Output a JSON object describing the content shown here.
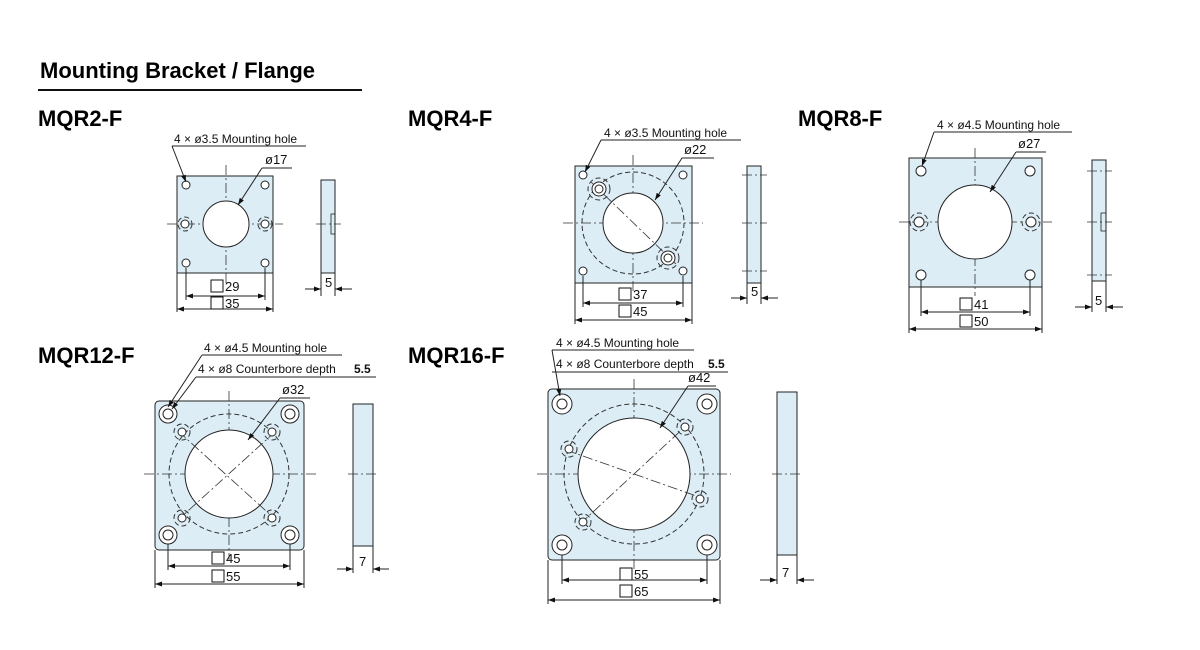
{
  "section_title": "Mounting Bracket / Flange",
  "models": {
    "mqr2": {
      "name": "MQR2-F",
      "hole_note": "4 × ø3.5 Mounting hole",
      "bore": "ø17",
      "dim_inner": "29",
      "dim_outer": "35",
      "thickness": "5"
    },
    "mqr4": {
      "name": "MQR4-F",
      "hole_note": "4 × ø3.5 Mounting hole",
      "bore": "ø22",
      "dim_inner": "37",
      "dim_outer": "45",
      "thickness": "5"
    },
    "mqr8": {
      "name": "MQR8-F",
      "hole_note": "4 × ø4.5 Mounting hole",
      "bore": "ø27",
      "dim_inner": "41",
      "dim_outer": "50",
      "thickness": "5"
    },
    "mqr12": {
      "name": "MQR12-F",
      "hole_note": "4 × ø4.5 Mounting hole",
      "counterbore_note": "4 × ø8 Counterbore depth",
      "counterbore_depth": "5.5",
      "bore": "ø32",
      "dim_inner": "45",
      "dim_outer": "55",
      "thickness": "7"
    },
    "mqr16": {
      "name": "MQR16-F",
      "hole_note": "4 × ø4.5 Mounting hole",
      "counterbore_note": "4 × ø8 Counterbore depth",
      "counterbore_depth": "5.5",
      "bore": "ø42",
      "dim_inner": "55",
      "dim_outer": "65",
      "thickness": "7"
    }
  }
}
